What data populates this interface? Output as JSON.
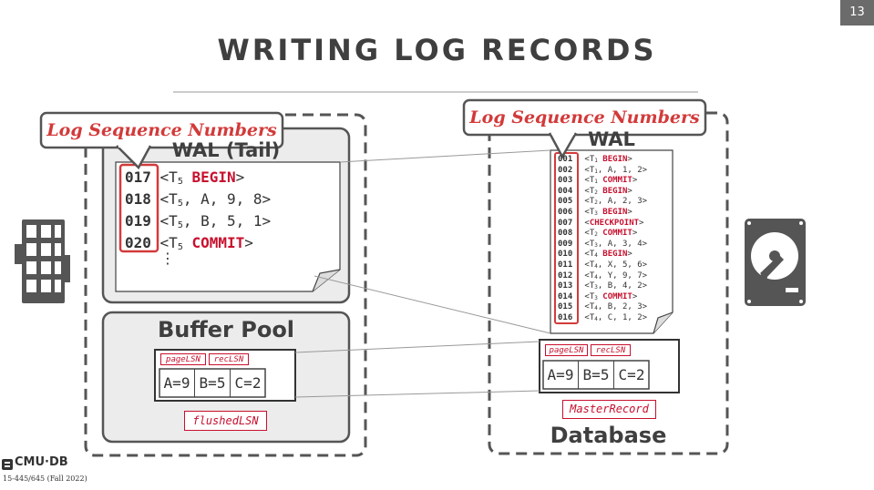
{
  "slide_number": "13",
  "title": "WRITING LOG RECORDS",
  "callout_left": "Log Sequence Numbers",
  "callout_right": "Log Sequence Numbers",
  "memory": {
    "wal_title": "WAL (Tail)",
    "wal_entries": [
      {
        "lsn": "017",
        "open": "<T",
        "txn": "5",
        "action": "BEGIN",
        "close": ">",
        "red": true
      },
      {
        "lsn": "018",
        "open": "<T",
        "txn": "5",
        "action": ", A, 9, 8>",
        "close": "",
        "red": false
      },
      {
        "lsn": "019",
        "open": "<T",
        "txn": "5",
        "action": ", B, 5, 1>",
        "close": "",
        "red": false
      },
      {
        "lsn": "020",
        "open": "<T",
        "txn": "5",
        "action": "COMMIT",
        "close": ">",
        "red": true
      }
    ],
    "ellipsis": "⋮",
    "buffer_pool_title": "Buffer Pool",
    "page_lsn_label": "pageLSN",
    "rec_lsn_label": "recLSN",
    "cells": [
      "A=9",
      "B=5",
      "C=2"
    ],
    "flushed_lsn_label": "flushedLSN"
  },
  "disk": {
    "wal_title": "WAL",
    "wal_entries": [
      {
        "lsn": "001",
        "open": "<T",
        "txn": "1",
        "action": "BEGIN",
        "close": ">",
        "red": true
      },
      {
        "lsn": "002",
        "open": "<T",
        "txn": "1",
        "action": ", A, 1, 2>",
        "close": "",
        "red": false
      },
      {
        "lsn": "003",
        "open": "<T",
        "txn": "1",
        "action": "COMMIT",
        "close": ">",
        "red": true
      },
      {
        "lsn": "004",
        "open": "<T",
        "txn": "2",
        "action": "BEGIN",
        "close": ">",
        "red": true
      },
      {
        "lsn": "005",
        "open": "<T",
        "txn": "2",
        "action": ", A, 2, 3>",
        "close": "",
        "red": false
      },
      {
        "lsn": "006",
        "open": "<T",
        "txn": "3",
        "action": "BEGIN",
        "close": ">",
        "red": true
      },
      {
        "lsn": "007",
        "open": "<",
        "txn": "",
        "action": "CHECKPOINT",
        "close": ">",
        "red": true
      },
      {
        "lsn": "008",
        "open": "<T",
        "txn": "2",
        "action": "COMMIT",
        "close": ">",
        "red": true
      },
      {
        "lsn": "009",
        "open": "<T",
        "txn": "3",
        "action": ", A, 3, 4>",
        "close": "",
        "red": false
      },
      {
        "lsn": "010",
        "open": "<T",
        "txn": "4",
        "action": "BEGIN",
        "close": ">",
        "red": true
      },
      {
        "lsn": "011",
        "open": "<T",
        "txn": "4",
        "action": ", X, 5, 6>",
        "close": "",
        "red": false
      },
      {
        "lsn": "012",
        "open": "<T",
        "txn": "4",
        "action": ", Y, 9, 7>",
        "close": "",
        "red": false
      },
      {
        "lsn": "013",
        "open": "<T",
        "txn": "3",
        "action": ", B, 4, 2>",
        "close": "",
        "red": false
      },
      {
        "lsn": "014",
        "open": "<T",
        "txn": "3",
        "action": "COMMIT",
        "close": ">",
        "red": true
      },
      {
        "lsn": "015",
        "open": "<T",
        "txn": "4",
        "action": ", B, 2, 3>",
        "close": "",
        "red": false
      },
      {
        "lsn": "016",
        "open": "<T",
        "txn": "4",
        "action": ", C, 1, 2>",
        "close": "",
        "red": false
      }
    ],
    "page_lsn_label": "pageLSN",
    "rec_lsn_label": "recLSN",
    "cells": [
      "A=9",
      "B=5",
      "C=2"
    ],
    "master_record_label": "MasterRecord",
    "database_title": "Database"
  },
  "footer": {
    "logo": "CMU·DB",
    "course": "15-445/645 (Fall 2022)"
  },
  "icons": {
    "memory": "ram-stick-icon",
    "disk": "hard-disk-icon"
  },
  "colors": {
    "accent_red": "#c8102e",
    "callout_red": "#d33a3a",
    "frame_gray": "#555555",
    "panel_gray": "#ececec"
  }
}
